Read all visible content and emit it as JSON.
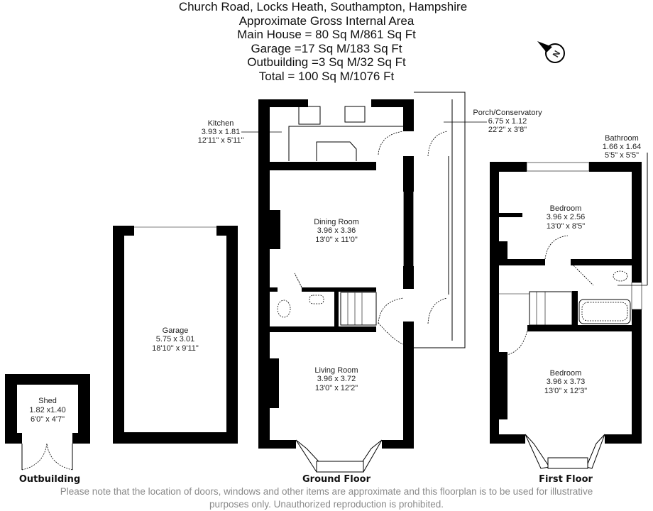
{
  "header": {
    "address": "Church Road, Locks Heath, Southampton, Hampshire",
    "subtitle": "Approximate Gross Internal Area",
    "main_house": "Main House = 80 Sq M/861 Sq Ft",
    "garage": "Garage =17 Sq M/183 Sq Ft",
    "outbuilding": "Outbuilding =3 Sq M/32 Sq Ft",
    "total": "Total = 100 Sq M/1076 Ft"
  },
  "compass": {
    "icon": "north-arrow-icon",
    "letter": "N"
  },
  "rooms": {
    "kitchen": {
      "name": "Kitchen",
      "metric": "3.93 x 1.81",
      "imperial": "12'11\" x 5'11\""
    },
    "porch": {
      "name": "Porch/Conservatory",
      "metric": "6.75 x 1.12",
      "imperial": "22'2\" x 3'8\""
    },
    "dining": {
      "name": "Dining Room",
      "metric": "3.96 x 3.36",
      "imperial": "13'0\" x 11'0\""
    },
    "living": {
      "name": "Living Room",
      "metric": "3.96 x 3.72",
      "imperial": "13'0\" x 12'2\""
    },
    "garage": {
      "name": "Garage",
      "metric": "5.75 x 3.01",
      "imperial": "18'10\" x 9'11\""
    },
    "shed": {
      "name": "Shed",
      "metric": "1.82 x1.40",
      "imperial": "6'0\" x 4'7\""
    },
    "bathroom": {
      "name": "Bathroom",
      "metric": "1.66 x 1.64",
      "imperial": "5'5\" x 5'5\""
    },
    "bedroom1": {
      "name": "Bedroom",
      "metric": "3.96 x 2.56",
      "imperial": "13'0\" x 8'5\""
    },
    "bedroom2": {
      "name": "Bedroom",
      "metric": "3.96 x 3.73",
      "imperial": "13'0\" x 12'3\""
    }
  },
  "floors": {
    "outbuilding": "Outbuilding",
    "ground": "Ground Floor",
    "first": "First Floor"
  },
  "disclaimer": {
    "line1": "Please note that the location of doors, windows and other items are approximate and this floorplan is to be used for illustrative",
    "line2": "purposes only. Unauthorized reproduction is prohibited."
  }
}
